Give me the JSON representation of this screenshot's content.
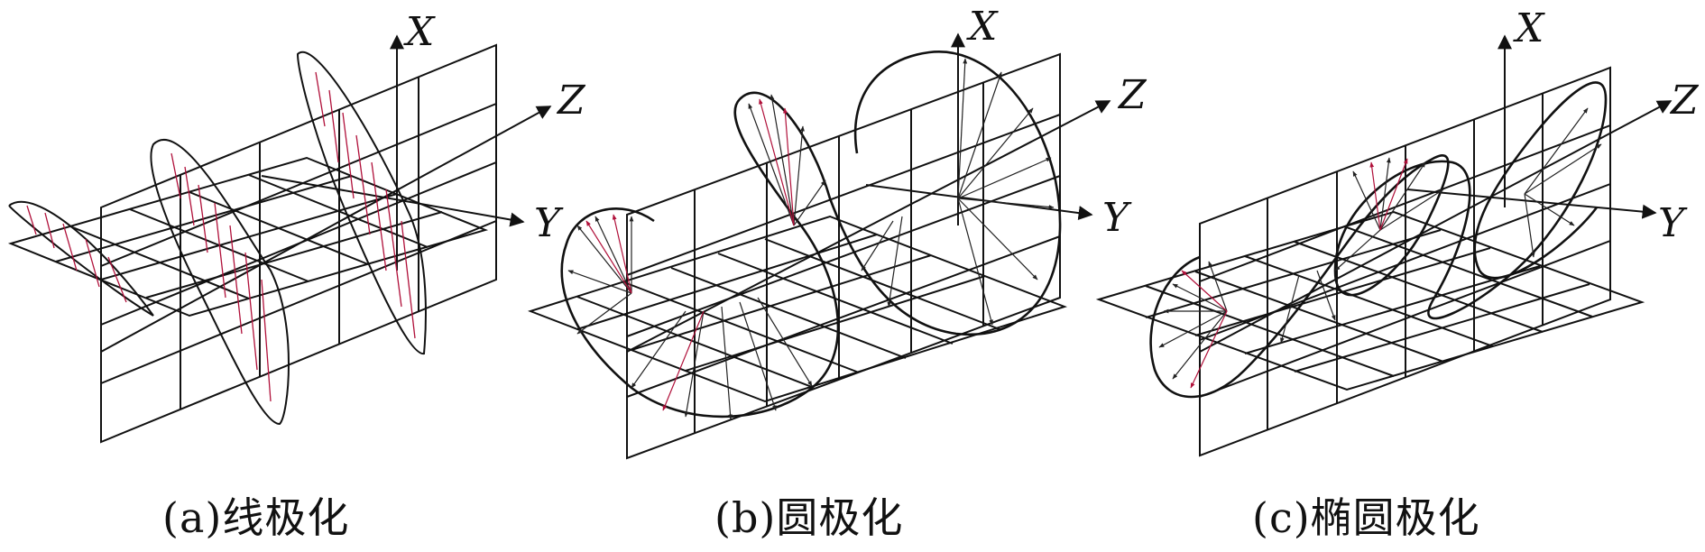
{
  "panels": [
    {
      "id": "a",
      "caption": "(a)线极化",
      "axes": {
        "x": "X",
        "y": "Y",
        "z": "Z"
      },
      "polarization": "linear"
    },
    {
      "id": "b",
      "caption": "(b)圆极化",
      "axes": {
        "x": "X",
        "y": "Y",
        "z": "Z"
      },
      "polarization": "circular"
    },
    {
      "id": "c",
      "caption": "(c)椭圆极化",
      "axes": {
        "x": "X",
        "y": "Y",
        "z": "Z"
      },
      "polarization": "elliptical"
    }
  ],
  "colors": {
    "line": "#111111",
    "vector_red": "#b0103a",
    "vector_dark": "#222222"
  }
}
